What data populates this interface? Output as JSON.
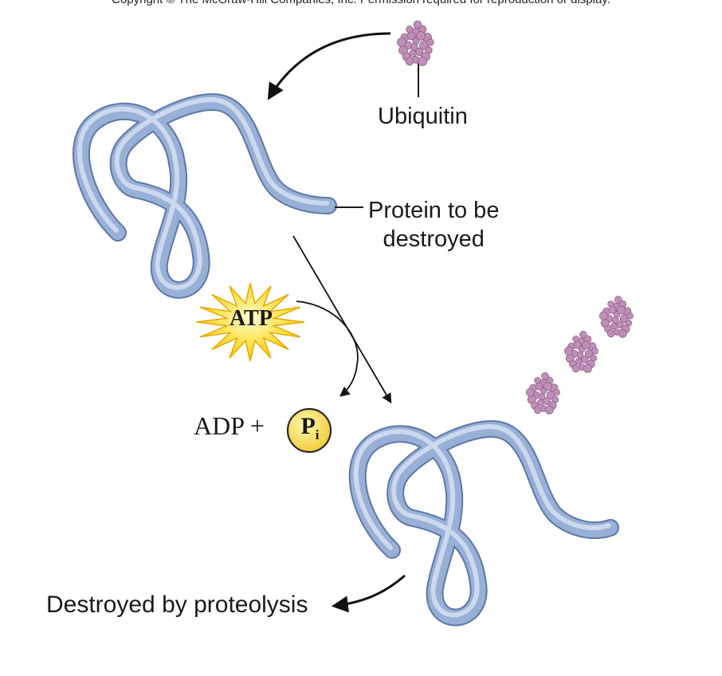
{
  "copyright": "Copyright © The McGraw-Hill Companies, Inc. Permission required for reproduction or display.",
  "labels": {
    "ubiquitin": "Ubiquitin",
    "protein_line1": "Protein to be",
    "protein_line2": "destroyed",
    "atp": "ATP",
    "adp": "ADP +",
    "pi_main": "P",
    "pi_sub": "i",
    "destroyed": "Destroyed by proteolysis"
  },
  "colors": {
    "protein_tube": "#98b0d6",
    "protein_highlight": "#dce6f5",
    "protein_shadow": "#5d78a8",
    "ubiquitin": "#c08fb8",
    "atp_star": "#ffd21f",
    "pi_circle": "#f6e05a"
  }
}
